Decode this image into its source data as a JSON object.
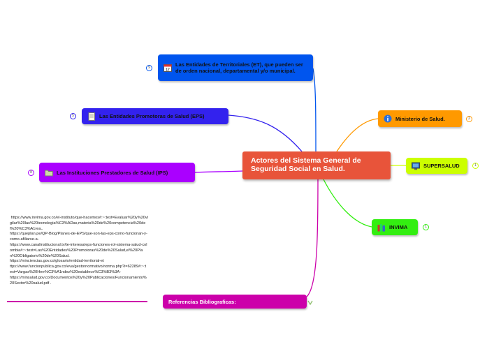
{
  "central": {
    "title": "Actores del Sistema General de Seguridad Social en Salud."
  },
  "nodes": {
    "et": {
      "label": "Las Entidades de Territoriales (ET), que pueden ser de orden nacional, departamental y/o municipal.",
      "badge": "9",
      "icon": "calendar-icon",
      "color": "#0055ee"
    },
    "eps": {
      "label": "Las Entidades Promotoras de Salud (EPS)",
      "badge": "5",
      "icon": "document-icon",
      "color": "#3322ee"
    },
    "ips": {
      "label": "Las Instituciones Prestadores de Salud (IPS)",
      "badge": "8",
      "icon": "folder-icon",
      "color": "#aa00ff"
    },
    "ministerio": {
      "label": "Ministerio de  Salud.",
      "badge": "2",
      "icon": "info-icon",
      "color": "#ff9900"
    },
    "supersalud": {
      "label": "SUPERSALUD",
      "badge": "1",
      "icon": "monitor-icon",
      "color": "#ccff00"
    },
    "invima": {
      "label": "INVIMA",
      "badge": "1",
      "icon": "books-icon",
      "color": "#33ee11"
    },
    "referencias": {
      "label": "Referencias Bibliograficas:",
      "color": "#cc00aa"
    }
  },
  "references_text": " https://www.invima.gov.co/el-instituto/que-hacemos#:~:text=Evaluar%20y%20vigilar%20las%20tecnologia%C3%ADas,materia%20de%20competencia%20del%20%C3%A1rea..\nhttps://queplan.pe/QP-Blog/Planes-de-EPS/que-son-las-eps-como-funcionan-y-como-afiliarse-a-\nhttps://www.canalinstitucional.tv/te-interesa/eps-funciones-rol-sistema-salud-colombia#:~:text=Las%20Entidades%20Promotoras%20de%20Salud,el%20Plan%20Obligatorio%20de%20Salud.\nhttps://minciencias.gov.co/glosario/entidad-territorial-et\nttps://www.funcionpublica.gov.co/eva/gestornormativo/norma.php?i=62289#:~:text=Vargas%20Herr%C3%A1ndez%20establece%C3%B3%3A-\nhttps://minsalud.gov.co/Documentos%20y%20Publicaciones/Funcionamiento%20Sector%20salud.pdf ."
}
